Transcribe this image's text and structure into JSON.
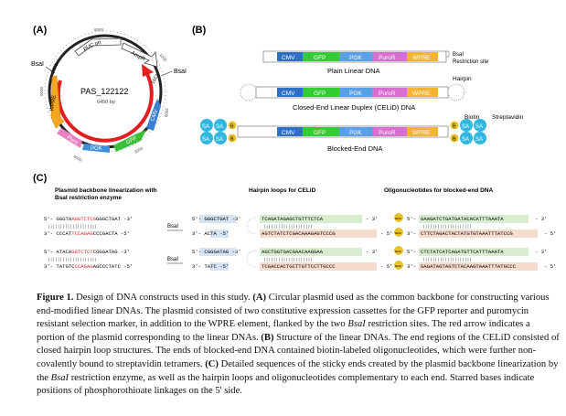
{
  "panel_a": {
    "label": "(A)",
    "plasmid_name": "PAS_122122",
    "plasmid_size": "6450 bp",
    "bsai_left": "BsaI",
    "bsai_right": "BsaI",
    "num_5453": "5453",
    "num_1557": "1557",
    "num_1000": "1000",
    "num_2000": "2000",
    "num_3000": "3000",
    "num_4000": "4000",
    "num_5000": "5000",
    "num_6000": "6000",
    "features": {
      "puc_ori": "pUC ori",
      "ampr": "AmpR",
      "wpre": "WPRE",
      "puro": "Puro",
      "pgk": "PGK",
      "gfp": "GFP",
      "cmv": "CMV"
    },
    "colors": {
      "red_arrow": "#e02020",
      "wpre": "#f5a623",
      "puro": "#e87fc0",
      "pgk": "#3a8fd8",
      "gfp": "#3bbf3b",
      "cmv": "#3a7fd0"
    }
  },
  "panel_b": {
    "label": "(B)",
    "segments": {
      "cmv": "CMV",
      "gfp": "GFP",
      "pgk": "PGK",
      "puror": "PuroR",
      "wpre": "WPRE"
    },
    "bsai_site_1": "BsaI",
    "bsai_site_2": "Restriction site",
    "plain_title": "Plain Linear DNA",
    "hairpin_label": "Hairpin",
    "celid_title": "Closed-End Linear Duplex (CELiD) DNA",
    "biotin_label": "Biotin",
    "streptavidin_label": "Streptavidin",
    "sa": "SA",
    "b": "B",
    "blocked_title": "Blocked-End DNA",
    "colors": {
      "cmv": "#2f6fc4",
      "gfp": "#33cc33",
      "pgk": "#5aa0e8",
      "puror": "#d66fd0",
      "wpre": "#f3b530",
      "sa": "#2fb7e0",
      "biotin": "#e8c22a"
    }
  },
  "panel_c": {
    "label": "(C)",
    "col1_title_1": "Plasmid backbone linearization with",
    "col1_title_2": "BsaI restriction enzyme",
    "col2_title": "Hairpin loops for CELiD",
    "col3_title": "Oligonucleotides for blocked-end DNA",
    "bsai": "BsaI",
    "five": "5'",
    "three": "3'",
    "top_a_pre": "5'- GGGTA",
    "top_a_red": "AGGTCTCG",
    "top_a_post": "GGGCTGAT -3'",
    "bot_a_pre": "3'- CCCAT",
    "bot_a_red": "TCCAGAG",
    "bot_a_post": "CCCGACTA -5'",
    "cut_a_top": "5'- GGGCTGAT -3'",
    "cut_a_bot": "3'-      ACTA -5'",
    "top_b_pre": "5'- ATACA",
    "top_b_red": "GGTCTCT",
    "top_b_post": "CGGGATAG -3'",
    "bot_b_pre": "3'- TATGTC",
    "bot_b_red": "CCAGAG",
    "bot_b_post": "AGCCCTATC -5'",
    "cut_b_top": "5'- CGGGATAG -3'",
    "cut_b_bot": "3'-      TATC -5'",
    "hp1_top": "TCAGATAGAGCTGTTTCTCA",
    "hp1_bot": "AGTCTATCTCGACAAAGAGTCCCG",
    "hp1_top_end": "- 3'",
    "hp1_bot_end": "- 5'",
    "hp2_top": "AGCTGGTGACGAACAAGGAA",
    "hp2_bot": "TCGACCACTGCTTGTTCCTTGCCC",
    "hp2_top_end": "- 3'",
    "hp2_bot_end": "- 5'",
    "bars": "||||||||||||||||||||",
    "oligo_label": "Biotin",
    "ol1_top": "GAAGATCTGATGATACACATTTAAATA",
    "ol1_bot": "CTTCTAGACTACTATGTGTAAATTTATCCG",
    "ol2_top": "CTCTATCATCAGATGTTCATTTAAATA",
    "ol2_bot": "GAGATAGTAGTCTACAAGTAAATTTATGCCC",
    "ol_top_pre": "5'-",
    "ol_top_end": "- 3'",
    "ol_bot_pre": "3'-",
    "ol_bot_end": "- 5'"
  },
  "caption": {
    "fig": "Figure 1.",
    "p1": "Design of DNA constructs used in this study.",
    "a_lab": "(A)",
    "a_text": "Circular plasmid used as the common backbone for constructing various end-modified linear DNAs. The plasmid consisted of two constitutive expression cassettes for the GFP reporter and puromycin resistant selection marker, in addition to the WPRE element, flanked by the two",
    "bsai_i": "BsaI",
    "a_text2": "restriction sites. The red arrow indicates a portion of the plasmid corresponding to the linear DNAs.",
    "b_lab": "(B)",
    "b_text": "Structure of the linear DNAs. The end regions of the CELiD consisted of closed hairpin loop structures. The ends of blocked-end DNA contained biotin-labeled oligonucleotides, which were further non-covalently bound to streptavidin tetramers.",
    "c_lab": "(C)",
    "c_text": "Detailed sequences of the sticky ends created by the plasmid backbone linearization by the",
    "c_text2": "restriction enzyme, as well as the hairpin loops and oligonucleotides complementary to each end. Starred bases indicate positions of phosphorothioate linkages on the 5' side."
  }
}
